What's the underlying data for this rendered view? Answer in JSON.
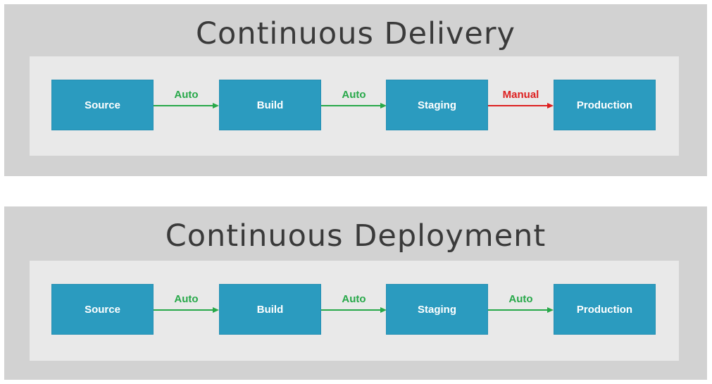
{
  "colors": {
    "auto": "#27a849",
    "manual": "#dd1f1f",
    "stage_fill": "#2b9bbf",
    "panel_bg": "#d2d2d2",
    "inner_bg": "#e9e9e9"
  },
  "panels": [
    {
      "title": "Continuous Delivery",
      "stages": [
        "Source",
        "Build",
        "Staging",
        "Production"
      ],
      "transitions": [
        {
          "label": "Auto",
          "kind": "auto"
        },
        {
          "label": "Auto",
          "kind": "auto"
        },
        {
          "label": "Manual",
          "kind": "manual"
        }
      ]
    },
    {
      "title": "Continuous Deployment",
      "stages": [
        "Source",
        "Build",
        "Staging",
        "Production"
      ],
      "transitions": [
        {
          "label": "Auto",
          "kind": "auto"
        },
        {
          "label": "Auto",
          "kind": "auto"
        },
        {
          "label": "Auto",
          "kind": "auto"
        }
      ]
    }
  ]
}
